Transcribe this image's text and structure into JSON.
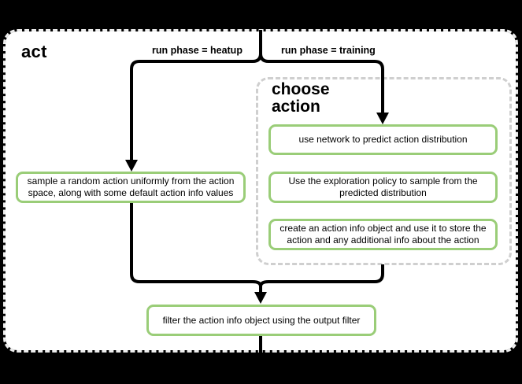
{
  "diagram": {
    "type": "flowchart",
    "panel_title": "act",
    "group_title": "choose action",
    "branch_labels": {
      "heatup": "run phase = heatup",
      "training": "run phase = training"
    },
    "nodes": {
      "sample_random": "sample a random action uniformly from the action space, along with some default action info values",
      "predict_distribution": "use network to predict action distribution",
      "exploration_sample": "Use the exploration policy to sample from the predicted distribution",
      "create_action_info": "create an action info object and use it to store the action and any additional info about the action",
      "filter_output": "filter the action info object using the output filter"
    },
    "flow": [
      "entry -> branch split on run phase",
      "run phase = heatup -> sample_random",
      "run phase = training -> choose action group (predict_distribution, exploration_sample, create_action_info)",
      "both branches merge -> filter_output -> exit"
    ],
    "colors": {
      "background": "#000000",
      "panel_fill": "#ffffff",
      "panel_dashed_border": "#ededed",
      "group_dashed_border": "#cfcfcf",
      "node_border_green": "#9acd78",
      "node_fill": "#ffffff",
      "connector_black": "#000000",
      "text": "#000000"
    }
  }
}
